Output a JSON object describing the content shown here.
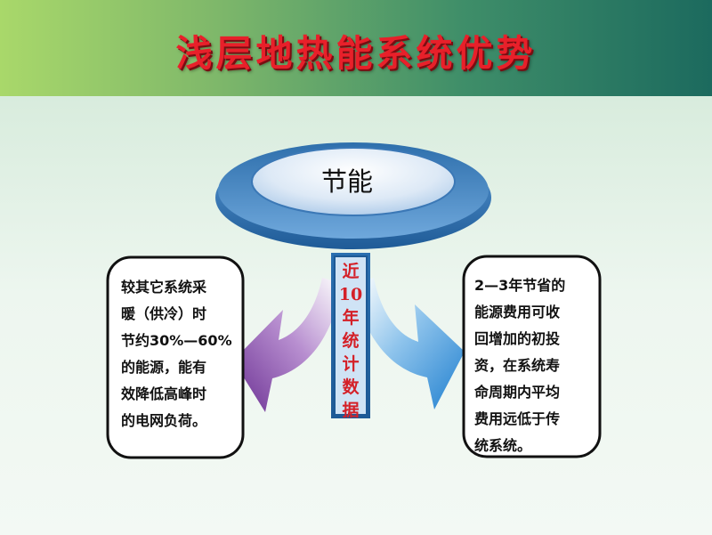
{
  "title": "浅层地热能系统优势",
  "center": {
    "label": "节能"
  },
  "vertical_label": [
    "近",
    "10",
    "年",
    "统",
    "计",
    "数",
    "据"
  ],
  "left_box": {
    "lines": [
      "较其它系统采",
      "暖（供冷）时",
      "节约30%—60%",
      "的能源，能有",
      "效降低高峰时",
      "的电网负荷。"
    ]
  },
  "right_box": {
    "lines": [
      "2—3年节省的",
      "能源费用可收",
      "回增加的初投",
      "资，在系统寿",
      "命周期内平均",
      "费用远低于传",
      "统系统。"
    ]
  },
  "colors": {
    "title_red": "#e8202a",
    "left_arrow": "#7a3d9e",
    "right_arrow": "#2f8fd8",
    "ellipse_blue": "#4f92cf",
    "vertical_text": "#d42028"
  }
}
